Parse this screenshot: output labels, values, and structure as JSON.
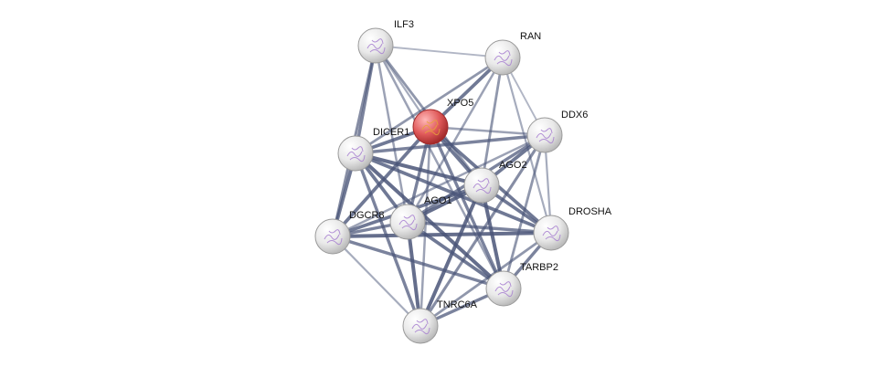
{
  "network": {
    "nodes": [
      {
        "id": "ILF3",
        "label": "ILF3",
        "query": false
      },
      {
        "id": "RAN",
        "label": "RAN",
        "query": false
      },
      {
        "id": "XPO5",
        "label": "XPO5",
        "query": true
      },
      {
        "id": "DDX6",
        "label": "DDX6",
        "query": false
      },
      {
        "id": "DICER1",
        "label": "DICER1",
        "query": false
      },
      {
        "id": "AGO2",
        "label": "AGO2",
        "query": false
      },
      {
        "id": "AGO1",
        "label": "AGO1",
        "query": false
      },
      {
        "id": "DROSHA",
        "label": "DROSHA",
        "query": false
      },
      {
        "id": "DGCR8",
        "label": "DGCR8",
        "query": false
      },
      {
        "id": "TARBP2",
        "label": "TARBP2",
        "query": false
      },
      {
        "id": "TNRC6A",
        "label": "TNRC6A",
        "query": false
      }
    ],
    "edges": [
      {
        "source": "ILF3",
        "target": "RAN",
        "strength": 0.3
      },
      {
        "source": "ILF3",
        "target": "XPO5",
        "strength": 0.4
      },
      {
        "source": "ILF3",
        "target": "DICER1",
        "strength": 0.8
      },
      {
        "source": "ILF3",
        "target": "AGO2",
        "strength": 0.6
      },
      {
        "source": "ILF3",
        "target": "AGO1",
        "strength": 0.5
      },
      {
        "source": "ILF3",
        "target": "DGCR8",
        "strength": 0.7
      },
      {
        "source": "ILF3",
        "target": "TARBP2",
        "strength": 0.5
      },
      {
        "source": "RAN",
        "target": "XPO5",
        "strength": 0.9
      },
      {
        "source": "RAN",
        "target": "DICER1",
        "strength": 0.6
      },
      {
        "source": "RAN",
        "target": "AGO2",
        "strength": 0.6
      },
      {
        "source": "RAN",
        "target": "AGO1",
        "strength": 0.5
      },
      {
        "source": "RAN",
        "target": "DDX6",
        "strength": 0.3
      },
      {
        "source": "RAN",
        "target": "DROSHA",
        "strength": 0.4
      },
      {
        "source": "XPO5",
        "target": "DICER1",
        "strength": 0.9
      },
      {
        "source": "XPO5",
        "target": "AGO2",
        "strength": 0.9
      },
      {
        "source": "XPO5",
        "target": "AGO1",
        "strength": 0.8
      },
      {
        "source": "XPO5",
        "target": "DROSHA",
        "strength": 0.9
      },
      {
        "source": "XPO5",
        "target": "DGCR8",
        "strength": 0.9
      },
      {
        "source": "XPO5",
        "target": "TARBP2",
        "strength": 0.8
      },
      {
        "source": "XPO5",
        "target": "TNRC6A",
        "strength": 0.5
      },
      {
        "source": "XPO5",
        "target": "DDX6",
        "strength": 0.5
      },
      {
        "source": "DDX6",
        "target": "DICER1",
        "strength": 0.8
      },
      {
        "source": "DDX6",
        "target": "AGO2",
        "strength": 0.9
      },
      {
        "source": "DDX6",
        "target": "AGO1",
        "strength": 0.8
      },
      {
        "source": "DDX6",
        "target": "DROSHA",
        "strength": 0.4
      },
      {
        "source": "DDX6",
        "target": "TARBP2",
        "strength": 0.6
      },
      {
        "source": "DDX6",
        "target": "TNRC6A",
        "strength": 0.7
      },
      {
        "source": "DDX6",
        "target": "DGCR8",
        "strength": 0.5
      },
      {
        "source": "DICER1",
        "target": "AGO2",
        "strength": 1.0
      },
      {
        "source": "DICER1",
        "target": "AGO1",
        "strength": 0.9
      },
      {
        "source": "DICER1",
        "target": "DROSHA",
        "strength": 0.9
      },
      {
        "source": "DICER1",
        "target": "DGCR8",
        "strength": 0.9
      },
      {
        "source": "DICER1",
        "target": "TARBP2",
        "strength": 1.0
      },
      {
        "source": "DICER1",
        "target": "TNRC6A",
        "strength": 0.8
      },
      {
        "source": "AGO2",
        "target": "AGO1",
        "strength": 1.0
      },
      {
        "source": "AGO2",
        "target": "DROSHA",
        "strength": 0.9
      },
      {
        "source": "AGO2",
        "target": "DGCR8",
        "strength": 0.9
      },
      {
        "source": "AGO2",
        "target": "TARBP2",
        "strength": 1.0
      },
      {
        "source": "AGO2",
        "target": "TNRC6A",
        "strength": 1.0
      },
      {
        "source": "AGO1",
        "target": "DROSHA",
        "strength": 0.8
      },
      {
        "source": "AGO1",
        "target": "DGCR8",
        "strength": 0.8
      },
      {
        "source": "AGO1",
        "target": "TARBP2",
        "strength": 0.9
      },
      {
        "source": "AGO1",
        "target": "TNRC6A",
        "strength": 1.0
      },
      {
        "source": "DROSHA",
        "target": "DGCR8",
        "strength": 1.0
      },
      {
        "source": "DROSHA",
        "target": "TARBP2",
        "strength": 0.8
      },
      {
        "source": "DROSHA",
        "target": "TNRC6A",
        "strength": 0.6
      },
      {
        "source": "DGCR8",
        "target": "TARBP2",
        "strength": 0.8
      },
      {
        "source": "DGCR8",
        "target": "TNRC6A",
        "strength": 0.4
      },
      {
        "source": "TARBP2",
        "target": "TNRC6A",
        "strength": 0.8
      }
    ]
  },
  "colors": {
    "edge": "#4a5578",
    "node_fill": "#eeeeee",
    "node_stroke": "#9a9a9a",
    "query_node_fill": "#d94a4a",
    "query_node_stroke": "#a22a2a",
    "label": "#111111"
  }
}
